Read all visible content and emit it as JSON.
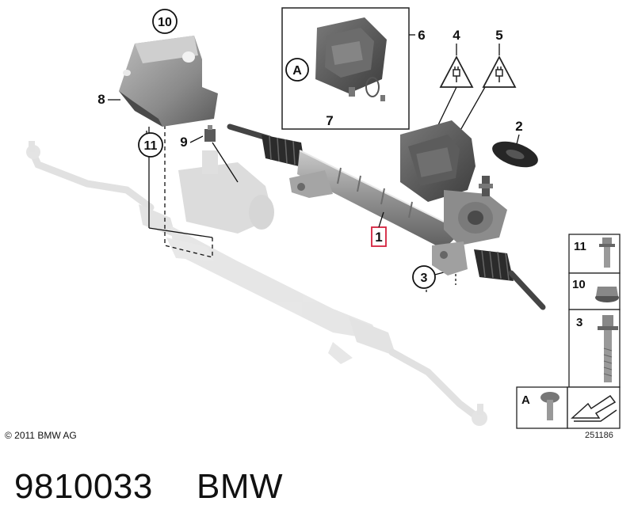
{
  "callouts": {
    "c1": "1",
    "c2": "2",
    "c3": "3",
    "c4": "4",
    "c5": "5",
    "c6": "6",
    "c7": "7",
    "c8": "8",
    "c9": "9",
    "c10": "10",
    "c11": "11",
    "cA": "A"
  },
  "legend": {
    "items": [
      {
        "label": "11"
      },
      {
        "label": "10"
      },
      {
        "label": "3"
      },
      {
        "label": "A"
      }
    ]
  },
  "copyright": "© 2011 BMW AG",
  "image_number": "251186",
  "footer": {
    "part_number": "9810033",
    "brand": "BMW"
  },
  "colors": {
    "highlight_box": "#d4213d",
    "part_fill": "#9a9a9a",
    "ghost_fill": "#dcdcdc"
  },
  "icons": [
    "warning-triangle-icon",
    "electrical-plug-icon",
    "arrow-icon"
  ]
}
